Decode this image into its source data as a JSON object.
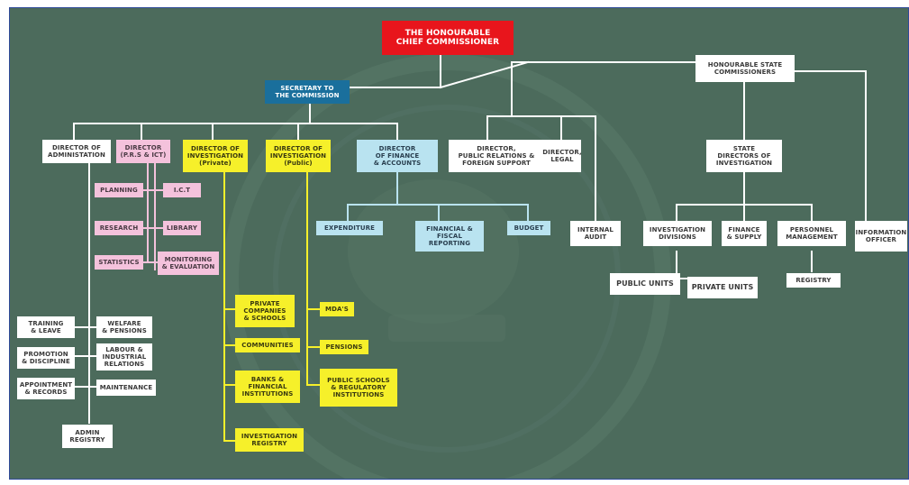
{
  "chart": {
    "top": "THE HONOURABLE\nCHIEF COMMISSIONER",
    "secretary": "SECRETARY TO\nTHE COMMISSION",
    "state_commissioners": "HONOURABLE STATE\nCOMMISSIONERS",
    "directors": {
      "administration": "DIRECTOR OF\nADMINISTATION",
      "prs_ict": "DIRECTOR\n(P.R.S & ICT)",
      "inv_private": "DIRECTOR OF\nINVESTIGATION\n(Private)",
      "inv_public": "DIRECTOR OF\nINVESTIGATION\n(Public)",
      "finance": "DIRECTOR\nOF FINANCE\n& ACCOUNTS",
      "public_relations": "DIRECTOR,\nPUBLIC RELATIONS &\nFOREIGN SUPPORT",
      "legal": "DIRECTOR,\nLEGAL",
      "state_investigation": "STATE\nDIRECTORS OF\nINVESTIGATION"
    },
    "prs_units": {
      "planning": "PLANNING",
      "ict": "I.C.T",
      "research": "RESEARCH",
      "library": "LIBRARY",
      "statistics": "STATISTICS",
      "monitoring": "MONITORING\n& EVALUATION"
    },
    "admin_units": {
      "training": "TRAINING\n& LEAVE",
      "welfare": "WELFARE\n& PENSIONS",
      "promotion": "PROMOTION\n& DISCIPLINE",
      "labour": "LABOUR &\nINDUSTRIAL\nRELATIONS",
      "appointment": "APPOINTMENT\n& RECORDS",
      "maintenance": "MAINTENANCE",
      "registry": "ADMIN\nREGISTRY"
    },
    "private_units": {
      "companies": "PRIVATE\nCOMPANIES\n& SCHOOLS",
      "communities": "COMMUNITIES",
      "banks": "BANKS &\nFINANCIAL\nINSTITUTIONS",
      "registry": "INVESTIGATION\nREGISTRY"
    },
    "public_units": {
      "mdas": "MDA'S",
      "pensions": "PENSIONS",
      "schools": "PUBLIC SCHOOLS\n& REGULATORY\nINSTITUTIONS"
    },
    "finance_units": {
      "expenditure": "EXPENDITURE",
      "fiscal": "FINANCIAL &\nFISCAL\nREPORTING",
      "budget": "BUDGET"
    },
    "others": {
      "internal_audit": "INTERNAL\nAUDIT",
      "info_officer": "INFORMATION\nOFFICER"
    },
    "state_units": {
      "inv_divisions": "INVESTIGATION\nDIVISIONS",
      "finance_supply": "FINANCE\n& SUPPLY",
      "personnel": "PERSONNEL\nMANAGEMENT",
      "public_units": "PUBLIC UNITS",
      "private_units": "PRIVATE UNITS",
      "registry": "REGISTRY"
    }
  },
  "colors": {
    "background": "#4c6b5c",
    "line_white": "#ffffff",
    "line_yellow": "#f6f02a",
    "line_blue": "#b9e3f0",
    "line_pink": "#f4c2dc",
    "top_box": "#e8151c",
    "secretary_box": "#1a6f9c"
  }
}
